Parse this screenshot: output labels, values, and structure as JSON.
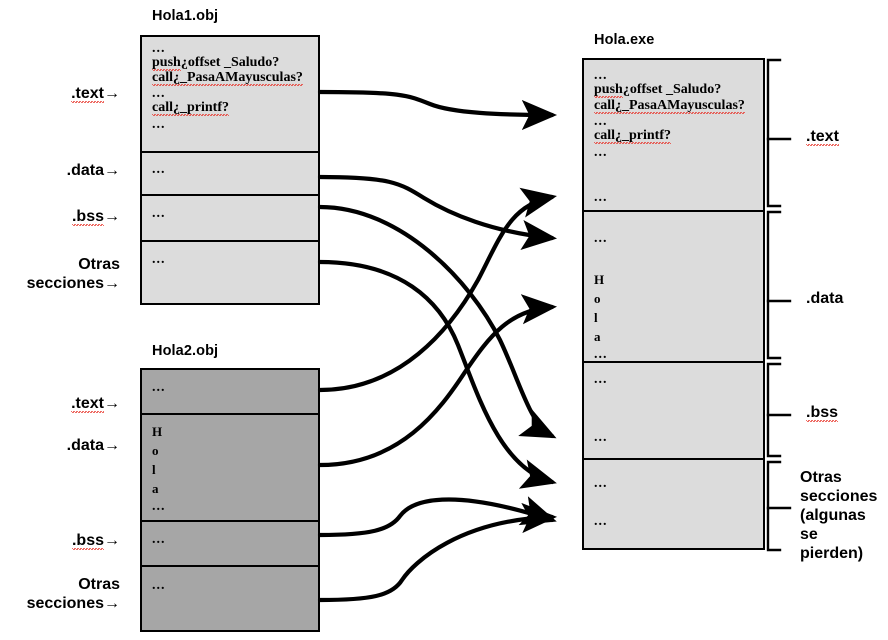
{
  "diagram": {
    "title_hola1": "Hola1.obj",
    "title_hola2": "Hola2.obj",
    "title_exe": "Hola.exe",
    "colors": {
      "obj1_fill": "#dcdcdc",
      "obj2_fill": "#a6a6a6",
      "exe_fill": "#dcdcdc",
      "stroke": "#000000",
      "spellcheck_red": "#e8382e",
      "background": "#ffffff"
    }
  },
  "left_labels_obj1": [
    {
      "text": ".text",
      "arrow": "→",
      "misspelled": true
    },
    {
      "text": ".data",
      "arrow": "→",
      "misspelled": false
    },
    {
      "text": ".bss",
      "arrow": "→",
      "misspelled": true
    },
    {
      "line1": "Otras",
      "line2": "secciones",
      "arrow": "→",
      "misspelled": false
    }
  ],
  "left_labels_obj2": [
    {
      "text": ".text",
      "arrow": "→",
      "misspelled": true
    },
    {
      "text": ".data",
      "arrow": "→",
      "misspelled": false
    },
    {
      "text": ".bss",
      "arrow": "→",
      "misspelled": true
    },
    {
      "line1": "Otras",
      "line2": "secciones",
      "arrow": "→",
      "misspelled": false
    }
  ],
  "right_labels_exe": [
    {
      "text": ".text",
      "misspelled": true
    },
    {
      "text": ".data",
      "misspelled": false
    },
    {
      "text": ".bss",
      "misspelled": true
    },
    {
      "line1": "Otras",
      "line2": "secciones",
      "line3": "(algunas",
      "line4": " se",
      "line5": "pierden)",
      "misspelled": false
    }
  ],
  "code_lines": {
    "l1": "...",
    "l2_a": "push",
    "l2_b": "¿offset _Saludo?",
    "l3_a": "call",
    "l3_b": "¿_PasaAMayusculas?",
    "l4": "...",
    "l5_a": "call",
    "l5_b": "¿_printf?",
    "l6": "..."
  },
  "hola_chars": {
    "c1": "H",
    "c2": "o",
    "c3": "l",
    "c4": "a",
    "dots": "..."
  },
  "ellipsis": "...",
  "obj1_sections": [
    {
      "name": ".text",
      "content": "code"
    },
    {
      "name": ".data",
      "content": "..."
    },
    {
      "name": ".bss",
      "content": "..."
    },
    {
      "name": "Otras secciones",
      "content": "..."
    }
  ],
  "obj2_sections": [
    {
      "name": ".text",
      "content": "..."
    },
    {
      "name": ".data",
      "content": "Hola ..."
    },
    {
      "name": ".bss",
      "content": "..."
    },
    {
      "name": "Otras secciones",
      "content": "..."
    }
  ],
  "exe_sections": [
    {
      "name": ".text",
      "content": "code + ..."
    },
    {
      "name": ".data",
      "content": "... Hola ..."
    },
    {
      "name": ".bss",
      "content": "... ..."
    },
    {
      "name": "Otras secciones (algunas se pierden)",
      "content": "... ..."
    }
  ],
  "links": [
    {
      "from": "Hola1.obj/.text",
      "to": "Hola.exe/.text"
    },
    {
      "from": "Hola1.obj/.data",
      "to": "Hola.exe/.data"
    },
    {
      "from": "Hola1.obj/.bss",
      "to": "Hola.exe/.bss"
    },
    {
      "from": "Hola1.obj/Otras",
      "to": "Hola.exe/.bss"
    },
    {
      "from": "Hola2.obj/.text",
      "to": "Hola.exe/.text"
    },
    {
      "from": "Hola2.obj/.data",
      "to": "Hola.exe/.data"
    },
    {
      "from": "Hola2.obj/.bss",
      "to": "Hola.exe/Otras"
    },
    {
      "from": "Hola2.obj/Otras",
      "to": "Hola.exe/Otras"
    }
  ]
}
